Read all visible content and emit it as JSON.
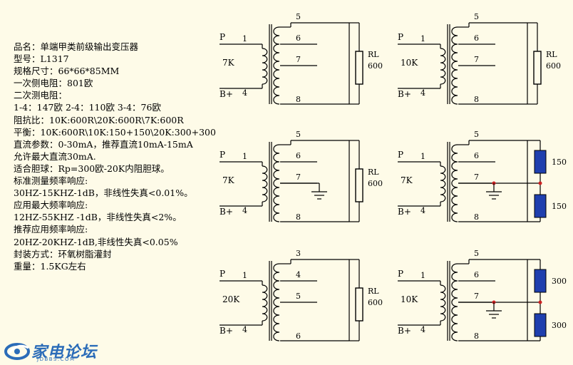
{
  "spec_lines": [
    "品名：单端甲类前级输出变压器",
    "型号：L1317",
    "规格尺寸：66*66*85MM",
    "一次侧电阻：801欧",
    "二次测电阻：",
    "1-4：147欧  2-4：110欧  3-4：76欧",
    "阻抗比：10K:600R\\20K:600R\\7K:600R",
    "平衡：10K:600R\\10K:150+150\\20K:300+300",
    "直流参数：0-30mA，推荐直流10mA-15mA",
    "允许最大直流30mA.",
    "适合胆球：Rp=300欧-20K内阻胆球。",
    "标准测量频率响应:",
    "30HZ-15KHZ-1dB，非线性失真<0.01%。",
    "应用最大频率响应:",
    "12HZ-55KHZ -1dB，非线性失真<2%。",
    "推荐应用频率响应:",
    "20HZ-20KHZ-1dB,非线性失真<0.05%",
    "封装方式：环氧树脂灌封",
    "重量：1.5KG左右"
  ],
  "diagrams": [
    {
      "id": "d1",
      "primary": {
        "top_label": "P",
        "top_pin": "1",
        "impedance": "7K",
        "bottom_label": "B+",
        "bottom_pin": "4"
      },
      "secondary_pins": [
        "5",
        "6",
        "7",
        "8"
      ],
      "load": {
        "label_1": "RL",
        "label_2": "600"
      }
    },
    {
      "id": "d2",
      "primary": {
        "top_label": "P",
        "top_pin": "1",
        "impedance": "10K",
        "bottom_label": "B+",
        "bottom_pin": "4"
      },
      "secondary_pins": [
        "5",
        "6",
        "7",
        "8"
      ],
      "load": {
        "label_1": "RL",
        "label_2": "600"
      }
    },
    {
      "id": "d3",
      "primary": {
        "top_label": "P",
        "top_pin": "1",
        "impedance": "7K",
        "bottom_label": "B+",
        "bottom_pin": "4"
      },
      "secondary_pins": [
        "5",
        "6",
        "7",
        "8"
      ],
      "load": {
        "label_1": "RL",
        "label_2": "600"
      },
      "ground": true
    },
    {
      "id": "d4",
      "primary": {
        "top_label": "P",
        "top_pin": "1",
        "impedance": "7K",
        "bottom_label": "B+",
        "bottom_pin": "4"
      },
      "secondary_pins": [
        "5",
        "6",
        "7",
        "8"
      ],
      "balanced_loads": [
        "150",
        "150"
      ],
      "ground": true
    },
    {
      "id": "d5",
      "primary": {
        "top_label": "P",
        "top_pin": "1",
        "impedance": "20K",
        "bottom_label": "B+",
        "bottom_pin": "4"
      },
      "secondary_pins": [
        "3",
        "4",
        "5",
        "6"
      ],
      "load": {
        "label_1": "RL",
        "label_2": "600"
      }
    },
    {
      "id": "d6",
      "primary": {
        "top_label": "P",
        "top_pin": "1",
        "impedance": "10K",
        "bottom_label": "B+",
        "bottom_pin": "4"
      },
      "secondary_pins": [
        "5",
        "6",
        "7",
        "8"
      ],
      "balanced_loads": [
        "300",
        "300"
      ],
      "ground": true
    }
  ],
  "colors": {
    "background": "#fefbe8",
    "line": "#000000",
    "balanced_resistor": "#1f3fae",
    "junction_dot": "#cc2222",
    "logo": "#2b6cb8"
  },
  "logo": {
    "brand": "家电论坛",
    "site": "JDBBS.COM"
  }
}
